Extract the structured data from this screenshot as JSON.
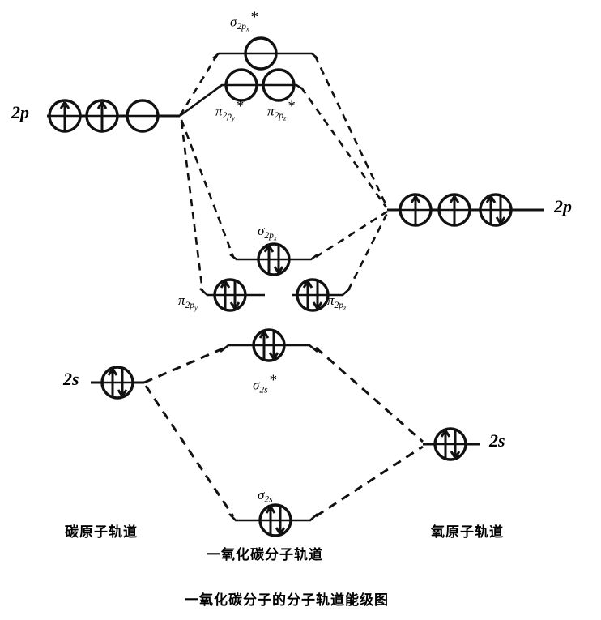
{
  "figure": {
    "title": "一氧化碳分子的分子轨道能级图",
    "left_column_label": "碳原子轨道",
    "center_column_label": "一氧化碳分子轨道",
    "right_column_label": "氧原子轨道"
  },
  "atomic_levels": {
    "carbon_2p": {
      "label": "2p",
      "electrons": [
        1,
        1,
        0
      ]
    },
    "carbon_2s": {
      "label": "2s",
      "electrons": [
        2
      ]
    },
    "oxygen_2p": {
      "label": "2p",
      "electrons": [
        1,
        1,
        2
      ]
    },
    "oxygen_2s": {
      "label": "2s",
      "electrons": [
        2
      ]
    }
  },
  "molecular_orbitals": [
    {
      "name": "sigma-2px-antibonding",
      "symbol": "σ",
      "sub": "2p",
      "subsub": "x",
      "star": "*",
      "electrons": [
        0
      ]
    },
    {
      "name": "pi-2py-antibonding",
      "symbol": "π",
      "sub": "2p",
      "subsub": "y",
      "star": "*",
      "electrons": [
        0
      ]
    },
    {
      "name": "pi-2pz-antibonding",
      "symbol": "π",
      "sub": "2p",
      "subsub": "z",
      "star": "*",
      "electrons": [
        0
      ]
    },
    {
      "name": "sigma-2px-bonding",
      "symbol": "σ",
      "sub": "2p",
      "subsub": "x",
      "star": "",
      "electrons": [
        2
      ]
    },
    {
      "name": "pi-2py-bonding",
      "symbol": "π",
      "sub": "2p",
      "subsub": "y",
      "star": "",
      "electrons": [
        2
      ]
    },
    {
      "name": "pi-2pz-bonding",
      "symbol": "π",
      "sub": "2p",
      "subsub": "z",
      "star": "",
      "electrons": [
        2
      ]
    },
    {
      "name": "sigma-2s-antibonding",
      "symbol": "σ",
      "sub": "2s",
      "subsub": "",
      "star": "*",
      "electrons": [
        2
      ]
    },
    {
      "name": "sigma-2s-bonding",
      "symbol": "σ",
      "sub": "2s",
      "subsub": "",
      "star": "",
      "electrons": [
        2
      ]
    }
  ],
  "colors": {
    "line": "#111111",
    "background": "#ffffff"
  }
}
